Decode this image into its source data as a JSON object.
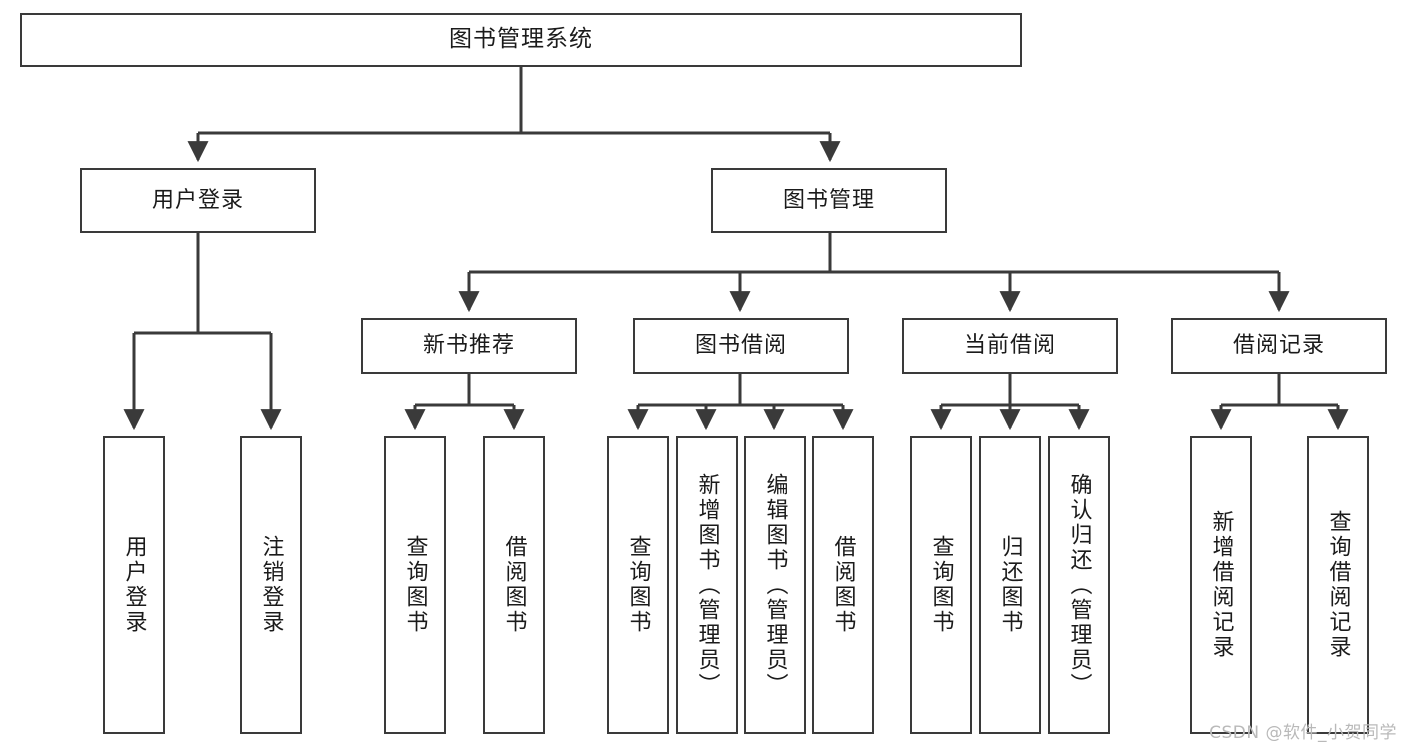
{
  "diagram": {
    "type": "tree",
    "title": "图书管理系统",
    "watermark": "CSDN @软件_小贺同学",
    "colors": {
      "box_border": "#3a3a3a",
      "box_fill": "#ffffff",
      "connector": "#3a3a3a",
      "text": "#1b1b1b",
      "watermark": "#b9b9b9"
    },
    "root": {
      "label": "图书管理系统"
    },
    "level2": [
      {
        "label": "用户登录"
      },
      {
        "label": "图书管理"
      }
    ],
    "level3": [
      {
        "label": "新书推荐"
      },
      {
        "label": "图书借阅"
      },
      {
        "label": "当前借阅"
      },
      {
        "label": "借阅记录"
      }
    ],
    "leaves": {
      "user_login": [
        {
          "label": "用户登录"
        },
        {
          "label": "注销登录"
        }
      ],
      "new_book": [
        {
          "label": "查询图书"
        },
        {
          "label": "借阅图书"
        }
      ],
      "borrow": [
        {
          "label": "查询图书"
        },
        {
          "label": "新增图书（管理员）"
        },
        {
          "label": "编辑图书（管理员）"
        },
        {
          "label": "借阅图书"
        }
      ],
      "current": [
        {
          "label": "查询图书"
        },
        {
          "label": "归还图书"
        },
        {
          "label": "确认归还（管理员）"
        }
      ],
      "records": [
        {
          "label": "新增借阅记录"
        },
        {
          "label": "查询借阅记录"
        }
      ]
    }
  }
}
